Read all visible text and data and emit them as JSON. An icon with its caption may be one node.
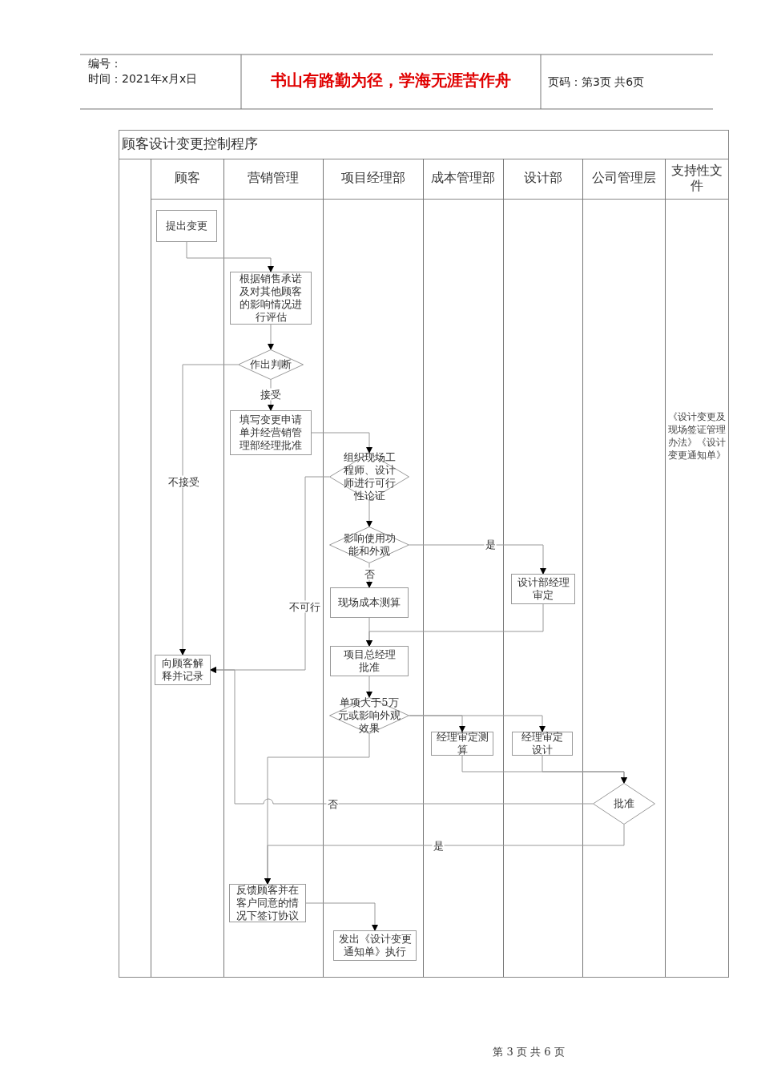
{
  "diagram": {
    "title": "顾客设计变更控制程序",
    "nodes": [
      {
        "text": [
          "提出变更"
        ]
      },
      {
        "text": [
          "根据销售承诺及对其他顾客的影响情况进行评估"
        ]
      },
      {
        "text": [
          "作出判断"
        ]
      },
      {
        "text": [
          "填写变更申请单并经营销管理部经理批准"
        ]
      },
      {
        "text": [
          "组织现场工程师、设计师进行可行性论证"
        ]
      },
      {
        "text": [
          "影响使用功能和外观"
        ]
      },
      {
        "text": [
          "设计部经理审定"
        ]
      },
      {
        "text": [
          "现场成本测算"
        ]
      },
      {
        "text": [
          "向顾客解释并记录"
        ]
      },
      {
        "text": [
          "项目总经理批准"
        ]
      },
      {
        "text": [
          "单项大于5万元或影响外观效果"
        ]
      },
      {
        "text": [
          "经理审定测算"
        ]
      },
      {
        "text": [
          "经理审定设计"
        ]
      },
      {
        "text": [
          "批准"
        ]
      },
      {
        "text": [
          "反馈顾客并在客户同意的情况下签订协议"
        ]
      },
      {
        "text": [
          "发出《设计变更通知单》执行"
        ]
      }
    ],
    "edges": [
      {
        "from": 0,
        "to": 1,
        "arrow": "to"
      },
      {
        "from": 1,
        "to": 2,
        "arrow": "to"
      },
      {
        "from": 2,
        "to": 3,
        "arrow": "to",
        "label": "接受"
      },
      {
        "from": 2,
        "to": 8,
        "arrow": "to",
        "label": "不接受"
      },
      {
        "from": 3,
        "to": 4,
        "arrow": "to"
      },
      {
        "from": 4,
        "to": 8,
        "arrow": "to",
        "label": "不可行"
      },
      {
        "from": 4,
        "to": 5,
        "arrow": "to"
      },
      {
        "from": 5,
        "to": 6,
        "arrow": "to",
        "label": "是"
      },
      {
        "from": 5,
        "to": 7,
        "arrow": "to",
        "label": "否"
      },
      {
        "from": 7,
        "to": 9,
        "arrow": "to"
      },
      {
        "from": 6,
        "to": 9,
        "arrow": "to"
      },
      {
        "from": 9,
        "to": 10,
        "arrow": "to"
      },
      {
        "from": 10,
        "to": 11,
        "arrow": "to"
      },
      {
        "from": 10,
        "to": 12,
        "arrow": "to"
      },
      {
        "from": 10,
        "to": 14,
        "arrow": "to"
      },
      {
        "from": 11,
        "to": 13,
        "arrow": "to"
      },
      {
        "from": 12,
        "to": 13,
        "arrow": "to"
      },
      {
        "from": 13,
        "to": 8,
        "arrow": "to",
        "label": "否"
      },
      {
        "from": 13,
        "to": 14,
        "arrow": "to",
        "label": "是"
      },
      {
        "from": 14,
        "to": 15,
        "arrow": "to"
      }
    ],
    "labels": [
      "编号：",
      "时间：2021年x月x日",
      "书山有路勤为径，学海无涯苦作舟",
      "页码：第3页 共6页",
      "顾客",
      "营销管理",
      "项目经理部",
      "成本管理部",
      "设计部",
      "公司管理层",
      "支持性文件",
      "《设计变更及现场签证管理办法》《设计变更通知单》",
      "第 3 页 共 6 页"
    ]
  }
}
